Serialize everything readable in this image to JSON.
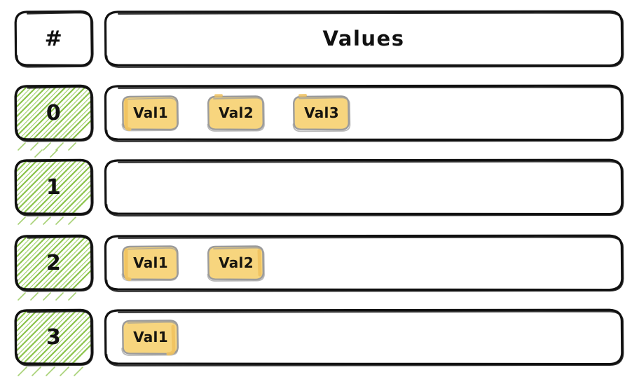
{
  "table": {
    "header": {
      "index_label": "#",
      "values_label": "Values"
    },
    "rows": [
      {
        "index": "0",
        "values": [
          "Val1",
          "Val2",
          "Val3"
        ]
      },
      {
        "index": "1",
        "values": []
      },
      {
        "index": "2",
        "values": [
          "Val1",
          "Val2"
        ]
      },
      {
        "index": "3",
        "values": [
          "Val1"
        ]
      }
    ]
  },
  "style": {
    "stroke": "#111111",
    "hatch_green": "#8BC34A",
    "chip_fill": "#F7D57E",
    "chip_stroke": "#9b9b9b",
    "background": "#ffffff"
  }
}
